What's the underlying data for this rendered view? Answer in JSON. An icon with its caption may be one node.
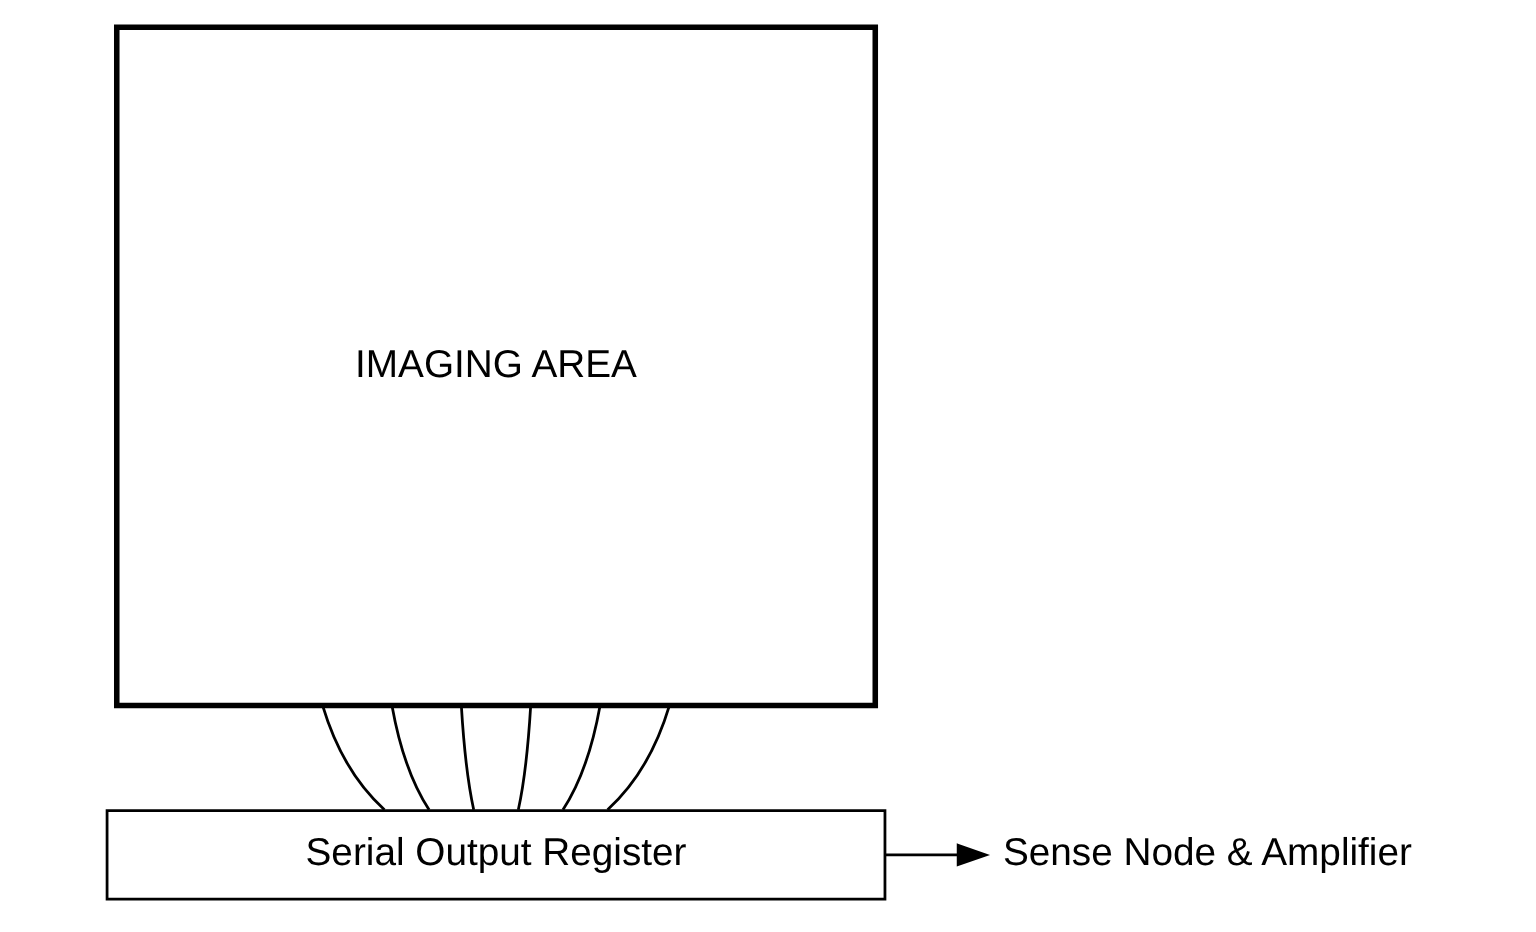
{
  "diagram": {
    "nodes": [
      {
        "text": [
          "IMAGING AREA"
        ]
      },
      {
        "text": [
          "Serial Output Register"
        ]
      },
      {
        "text": [
          "Sense Node & Amplifier"
        ]
      }
    ],
    "edges": [
      {
        "from": 0,
        "to": 1,
        "arrow": "none"
      },
      {
        "from": 0,
        "to": 1,
        "arrow": "none"
      },
      {
        "from": 0,
        "to": 1,
        "arrow": "none"
      },
      {
        "from": 0,
        "to": 1,
        "arrow": "none"
      },
      {
        "from": 0,
        "to": 1,
        "arrow": "none"
      },
      {
        "from": 0,
        "to": 1,
        "arrow": "none"
      },
      {
        "from": 1,
        "to": 2,
        "arrow": "to"
      }
    ]
  }
}
